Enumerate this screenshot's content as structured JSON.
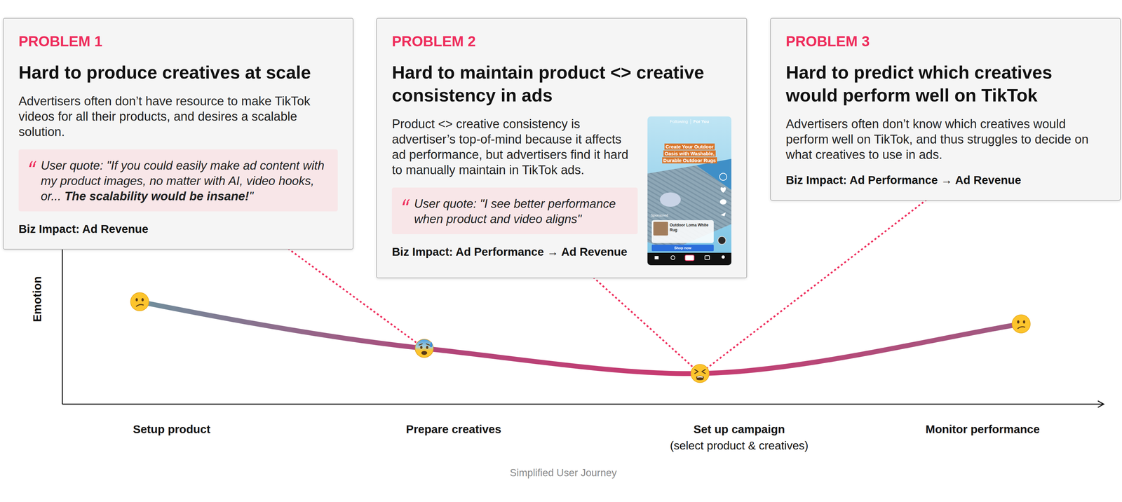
{
  "diagram": {
    "caption": "Simplified User Journey",
    "nodes": [
      {
        "text": [
          "PROBLEM 1",
          "Hard to produce creatives at scale",
          "Advertisers often don’t have resource to make TikTok videos for all their products, and desires a scalable solution.",
          "Biz Impact: Ad Revenue"
        ]
      },
      {
        "text": [
          "User quote: \"If you could easily make ad content with my product images, no matter with AI, video hooks, or...",
          "The scalability would be insane!",
          "\""
        ],
        "in": 0
      },
      {
        "text": [
          "PROBLEM 2",
          "Hard to maintain product <> creative consistency in ads",
          "Product <> creative consistency is advertiser’s top-of-mind because it affects ad performance, but advertisers find it hard to manually maintain in TikTok ads.",
          "Biz Impact: Ad Performance → Ad Revenue"
        ]
      },
      {
        "text": [
          "User quote: \"I see better performance when product and video aligns\""
        ],
        "in": 2
      },
      {
        "text": [
          "PROBLEM 3",
          "Hard to predict which creatives would perform well on TikTok",
          "Advertisers often don’t know which creatives would perform well on TikTok, and thus struggles to decide on what creatives to use in ads.",
          "Biz Impact: Ad Performance → Ad Revenue"
        ]
      }
    ],
    "labels": [
      "Following",
      "For You",
      "Create Your Outdoor Oasis with Washable, Durable Outdoor Rugs",
      "Sponsored",
      "Outdoor Loma White Rug",
      "Shop now",
      "Emotion",
      "Setup product",
      "Prepare creatives",
      "Set up campaign",
      "(select product & creatives)",
      "Monitor performance"
    ]
  }
}
